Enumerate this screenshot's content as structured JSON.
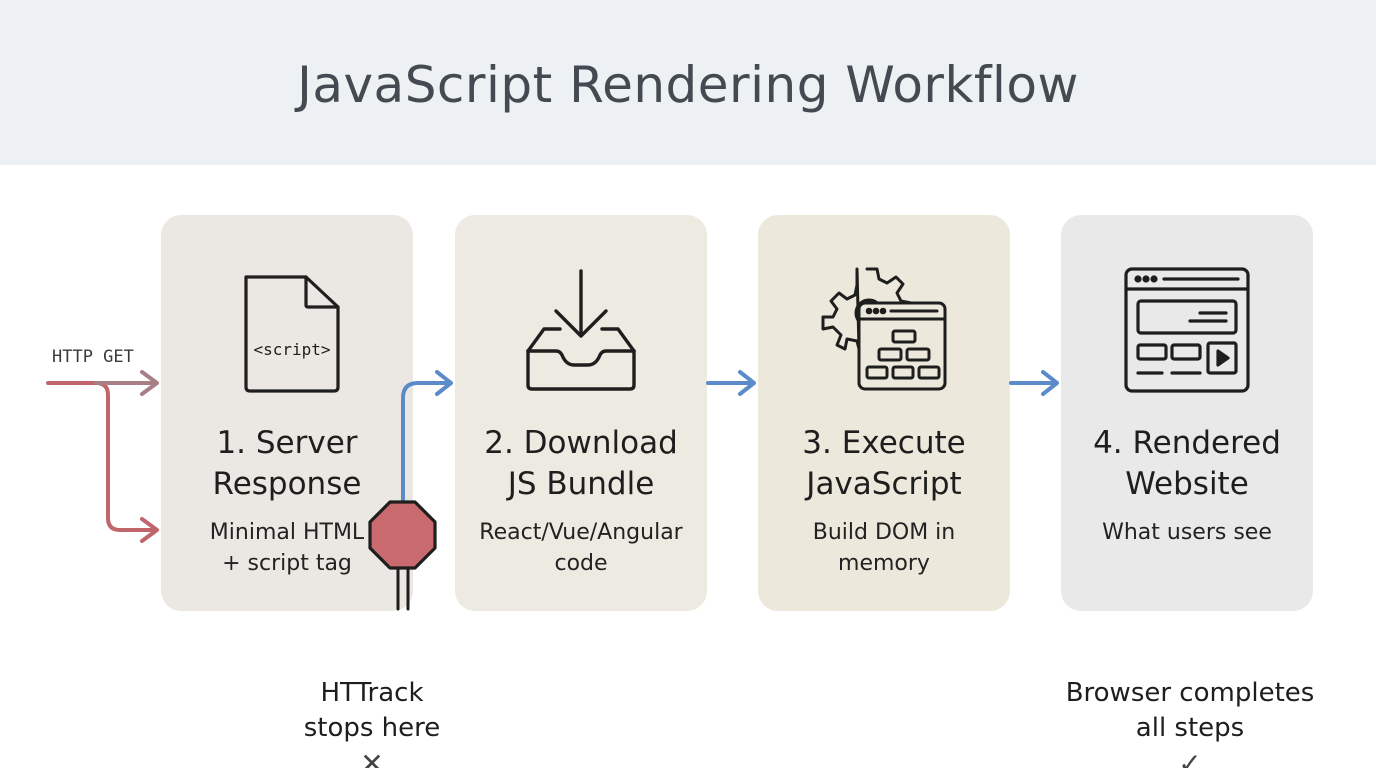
{
  "title": "JavaScript Rendering Workflow",
  "http_label": "HTTP GET",
  "steps": [
    {
      "title": "1. Server\nResponse",
      "desc": "Minimal HTML\n+ script tag",
      "icon": "file-script-icon",
      "icon_text": "<script>"
    },
    {
      "title": "2. Download\nJS Bundle",
      "desc": "React/Vue/Angular\ncode",
      "icon": "download-tray-icon"
    },
    {
      "title": "3. Execute\nJavaScript",
      "desc": "Build DOM in\nmemory",
      "icon": "gear-browser-icon"
    },
    {
      "title": "4. Rendered\nWebsite",
      "desc": "What users see",
      "icon": "browser-window-icon"
    }
  ],
  "notes": {
    "httrack": {
      "text": "HTTrack\nstops here",
      "mark": "✕"
    },
    "browser": {
      "text": "Browser completes\nall steps",
      "mark": "✓"
    }
  },
  "colors": {
    "arrow_blue": "#5b8bc9",
    "arrow_red": "#c0656a",
    "stop_sign": "#c96b6e",
    "header_bg": "#eef1f4"
  }
}
